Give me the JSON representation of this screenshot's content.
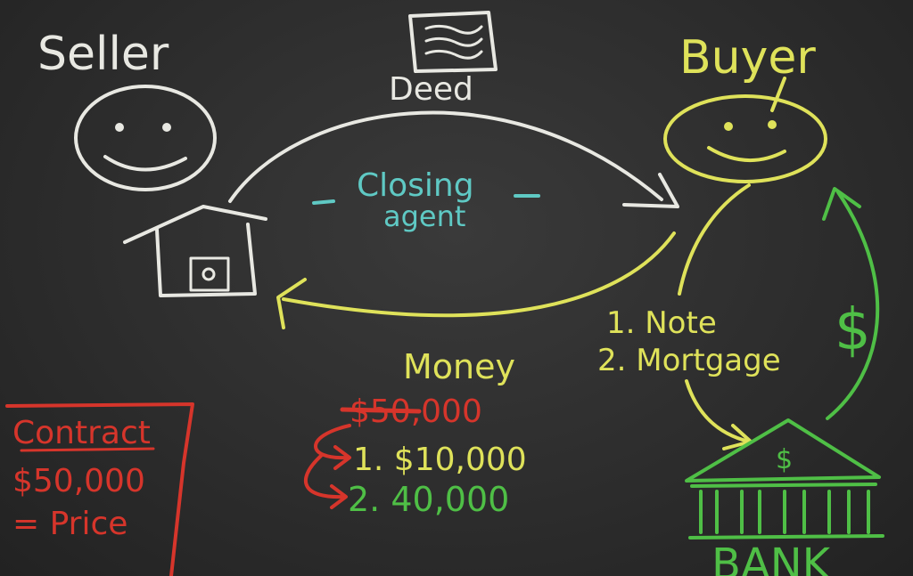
{
  "labels": {
    "seller": "Seller",
    "buyer": "Buyer",
    "deed": "Deed",
    "closing_line1": "Closing",
    "closing_line2": "agent",
    "money": "Money",
    "price_total": "$50,000",
    "payment_1": "1. $10,000",
    "payment_2": "2. 40,000",
    "buyer_doc_1": "1. Note",
    "buyer_doc_2": "2. Mortgage",
    "dollar": "$",
    "bank": "BANK",
    "contract_title": "Contract",
    "contract_amount": "$50,000",
    "contract_price": "= Price"
  },
  "colors": {
    "white_chalk": "#e8e8e2",
    "yellow_chalk": "#dfe25a",
    "cyan_chalk": "#5fc9c4",
    "red_chalk": "#d6352b",
    "green_chalk": "#4fbf46"
  }
}
